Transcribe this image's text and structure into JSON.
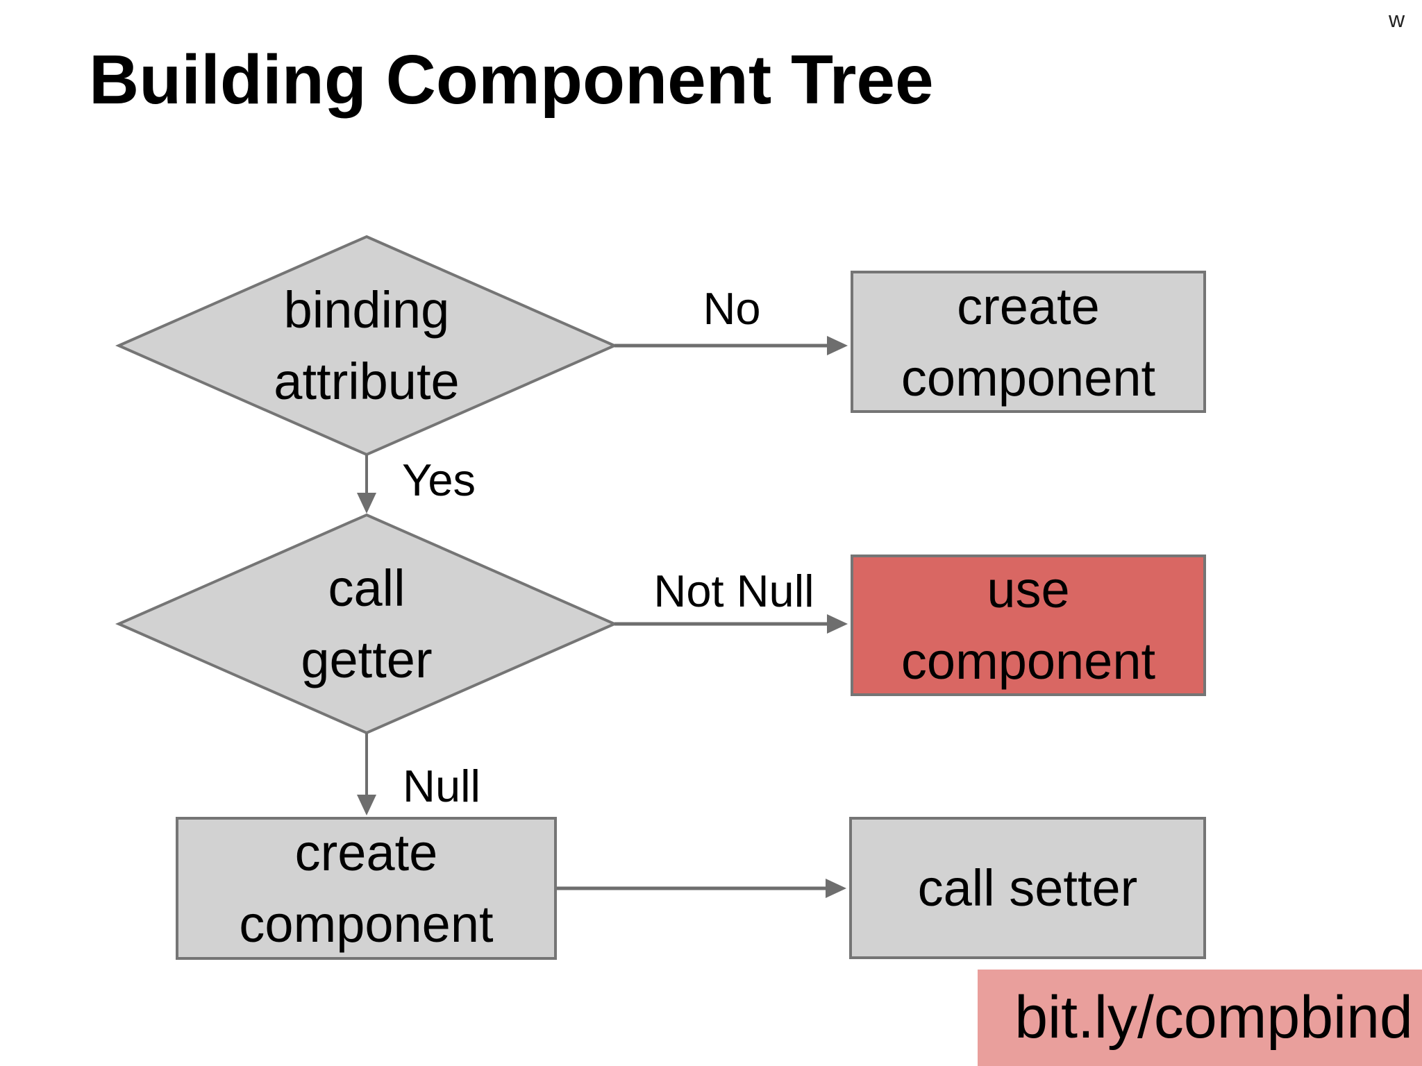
{
  "slide": {
    "title": "Building Component Tree",
    "watermark": "w"
  },
  "flowchart": {
    "nodes": {
      "binding_attribute": "binding\nattribute",
      "create_component_top": "create\ncomponent",
      "call_getter": "call\ngetter",
      "use_component": "use\ncomponent",
      "create_component_bottom": "create\ncomponent",
      "call_setter": "call setter"
    },
    "edge_labels": {
      "no": "No",
      "yes": "Yes",
      "not_null": "Not Null",
      "null": "Null"
    }
  },
  "banner": {
    "text": "bit.ly/compbind"
  },
  "colors": {
    "node_fill": "#d2d2d2",
    "node_border": "#757575",
    "highlight_fill": "#d96763",
    "banner_fill": "#e99f9c",
    "arrow": "#6e6e6e",
    "text": "#000000"
  }
}
